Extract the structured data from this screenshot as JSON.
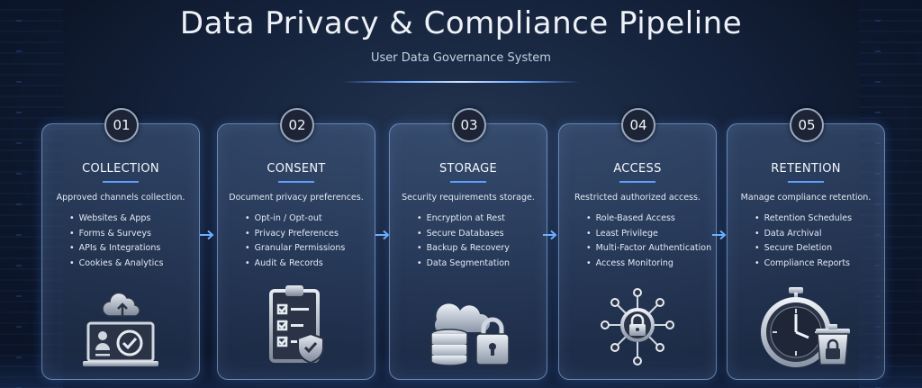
{
  "title": "Data Privacy & Compliance Pipeline",
  "subtitle": "User Data Governance System",
  "steps": [
    {
      "number": "01",
      "title": "COLLECTION",
      "description": "Approved channels collection.",
      "items": [
        "Websites & Apps",
        "Forms & Surveys",
        "APIs & Integrations",
        "Cookies & Analytics"
      ],
      "icon": "laptop-cloud-upload-icon"
    },
    {
      "number": "02",
      "title": "CONSENT",
      "description": "Document privacy preferences.",
      "items": [
        "Opt-in / Opt-out",
        "Privacy Preferences",
        "Granular Permissions",
        "Audit & Records"
      ],
      "icon": "clipboard-checklist-shield-icon"
    },
    {
      "number": "03",
      "title": "STORAGE",
      "description": "Security requirements storage.",
      "items": [
        "Encryption at Rest",
        "Secure Databases",
        "Backup & Recovery",
        "Data Segmentation"
      ],
      "icon": "cloud-database-lock-icon"
    },
    {
      "number": "04",
      "title": "ACCESS",
      "description": "Restricted authorized access.",
      "items": [
        "Role-Based Access",
        "Least Privilege",
        "Multi-Factor Authentication",
        "Access Monitoring"
      ],
      "icon": "network-lock-icon"
    },
    {
      "number": "05",
      "title": "RETENTION",
      "description": "Manage compliance retention.",
      "items": [
        "Retention Schedules",
        "Data Archival",
        "Secure Deletion",
        "Compliance Reports"
      ],
      "icon": "stopwatch-trash-icon"
    }
  ],
  "colors": {
    "accent": "#5fa0ff",
    "card_border": "#a0c3f5",
    "badge_bg": "#1c2436"
  }
}
